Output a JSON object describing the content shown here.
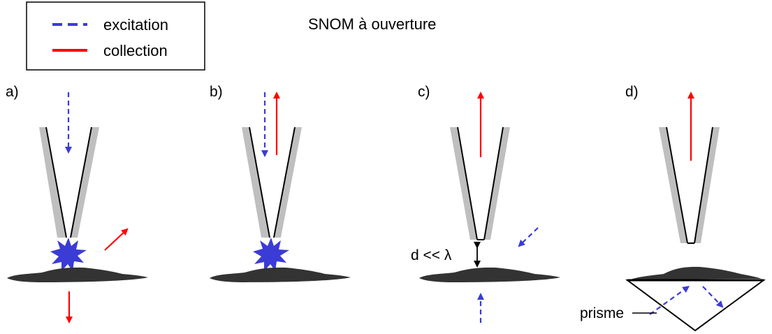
{
  "title": "SNOM à ouverture",
  "legend": {
    "excitation_label": "excitation",
    "collection_label": "collection",
    "excitation_color": "#3b3bd6",
    "collection_color": "#ff0000"
  },
  "panels": [
    {
      "id": "a",
      "label": "a)"
    },
    {
      "id": "b",
      "label": "b)"
    },
    {
      "id": "c",
      "label": "c)"
    },
    {
      "id": "d",
      "label": "d)"
    }
  ],
  "distance_label": "d << λ",
  "prism_label": "prisme",
  "colors": {
    "sample": "#333333",
    "fiber_coating": "#bfbfbf",
    "fiber_core": "#000000",
    "emission": "#3b3bd6"
  }
}
